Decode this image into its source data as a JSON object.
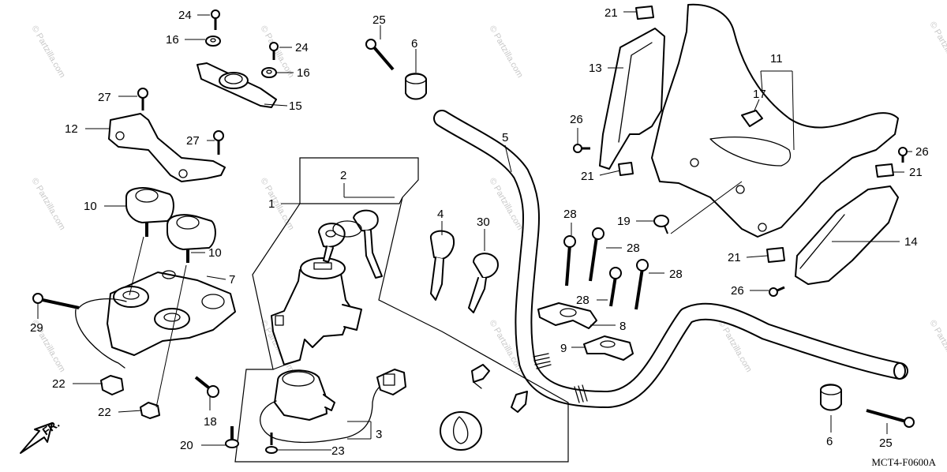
{
  "watermark": "© Partzilla.com",
  "diagram_code": "MCT4-F0600A",
  "front_indicator": "FR.",
  "callouts": [
    {
      "id": "c24a",
      "label": "24"
    },
    {
      "id": "c16a",
      "label": "16"
    },
    {
      "id": "c25a",
      "label": "25"
    },
    {
      "id": "c6a",
      "label": "6"
    },
    {
      "id": "c24b",
      "label": "24"
    },
    {
      "id": "c16b",
      "label": "16"
    },
    {
      "id": "c15",
      "label": "15"
    },
    {
      "id": "c27a",
      "label": "27"
    },
    {
      "id": "c12",
      "label": "12"
    },
    {
      "id": "c27b",
      "label": "27"
    },
    {
      "id": "c10a",
      "label": "10"
    },
    {
      "id": "c10b",
      "label": "10"
    },
    {
      "id": "c7",
      "label": "7"
    },
    {
      "id": "c29",
      "label": "29"
    },
    {
      "id": "c22a",
      "label": "22"
    },
    {
      "id": "c22b",
      "label": "22"
    },
    {
      "id": "c18",
      "label": "18"
    },
    {
      "id": "c20",
      "label": "20"
    },
    {
      "id": "c2",
      "label": "2"
    },
    {
      "id": "c1",
      "label": "1"
    },
    {
      "id": "c3",
      "label": "3"
    },
    {
      "id": "c23",
      "label": "23"
    },
    {
      "id": "c4",
      "label": "4"
    },
    {
      "id": "c30",
      "label": "30"
    },
    {
      "id": "c5",
      "label": "5"
    },
    {
      "id": "c21a",
      "label": "21"
    },
    {
      "id": "c11",
      "label": "11"
    },
    {
      "id": "c13",
      "label": "13"
    },
    {
      "id": "c17",
      "label": "17"
    },
    {
      "id": "c26a",
      "label": "26"
    },
    {
      "id": "c21b",
      "label": "21"
    },
    {
      "id": "c26b",
      "label": "26"
    },
    {
      "id": "c21c",
      "label": "21"
    },
    {
      "id": "c19",
      "label": "19"
    },
    {
      "id": "c28a",
      "label": "28"
    },
    {
      "id": "c28b",
      "label": "28"
    },
    {
      "id": "c28c",
      "label": "28"
    },
    {
      "id": "c28d",
      "label": "28"
    },
    {
      "id": "c14",
      "label": "14"
    },
    {
      "id": "c21d",
      "label": "21"
    },
    {
      "id": "c26c",
      "label": "26"
    },
    {
      "id": "c8",
      "label": "8"
    },
    {
      "id": "c9",
      "label": "9"
    },
    {
      "id": "c6b",
      "label": "6"
    },
    {
      "id": "c25b",
      "label": "25"
    }
  ]
}
